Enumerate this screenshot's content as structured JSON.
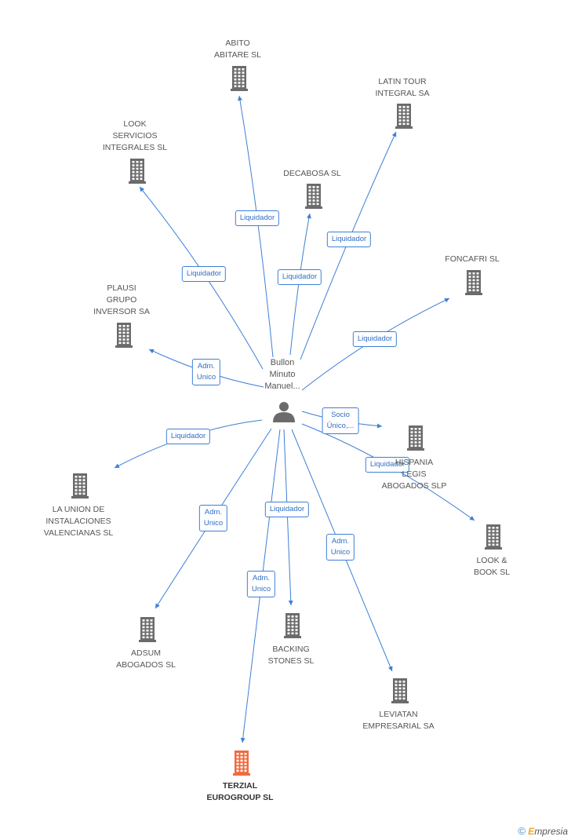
{
  "center": {
    "label": "Bullon\nMinuto\nManuel...",
    "icon": "person-icon"
  },
  "nodes": [
    {
      "id": "abito",
      "label": "ABITO\nABITARE SL",
      "icon": "building-icon"
    },
    {
      "id": "latin-tour",
      "label": "LATIN TOUR\nINTEGRAL SA",
      "icon": "building-icon"
    },
    {
      "id": "look-servicios",
      "label": "LOOK\nSERVICIOS\nINTEGRALES SL",
      "icon": "building-icon"
    },
    {
      "id": "decabosa",
      "label": "DECABOSA SL",
      "icon": "building-icon"
    },
    {
      "id": "foncafri",
      "label": "FONCAFRI SL",
      "icon": "building-icon"
    },
    {
      "id": "plausi",
      "label": "PLAUSI\nGRUPO\nINVERSOR SA",
      "icon": "building-icon"
    },
    {
      "id": "hispania",
      "label": "HISPANIA\nLEGIS\nABOGADOS SLP",
      "icon": "building-icon"
    },
    {
      "id": "la-union",
      "label": "LA UNION DE\nINSTALACIONES\nVALENCIANAS SL",
      "icon": "building-icon"
    },
    {
      "id": "look-book",
      "label": "LOOK &\nBOOK SL",
      "icon": "building-icon"
    },
    {
      "id": "adsum",
      "label": "ADSUM\nABOGADOS  SL",
      "icon": "building-icon"
    },
    {
      "id": "backing",
      "label": "BACKING\nSTONES SL",
      "icon": "building-icon"
    },
    {
      "id": "leviatan",
      "label": "LEVIATAN\nEMPRESARIAL SA",
      "icon": "building-icon"
    },
    {
      "id": "terzial",
      "label": "TERZIAL\nEUROGROUP SL",
      "icon": "building-icon",
      "focus": true
    }
  ],
  "edges": [
    {
      "to": "abito",
      "label": "Liquidador"
    },
    {
      "to": "latin-tour",
      "label": "Liquidador"
    },
    {
      "to": "look-servicios",
      "label": "Liquidador"
    },
    {
      "to": "decabosa",
      "label": "Liquidador"
    },
    {
      "to": "foncafri",
      "label": "Liquidador"
    },
    {
      "to": "plausi",
      "label": "Adm.\nUnico"
    },
    {
      "to": "hispania",
      "label": "Socio\nÚnico,..."
    },
    {
      "to": "la-union",
      "label": "Liquidador"
    },
    {
      "to": "look-book",
      "label": "Liquidador"
    },
    {
      "to": "adsum",
      "label": "Adm.\nUnico"
    },
    {
      "to": "backing",
      "label": "Liquidador"
    },
    {
      "to": "leviatan",
      "label": "Adm.\nUnico"
    },
    {
      "to": "terzial",
      "label": "Adm.\nUnico"
    }
  ],
  "colors": {
    "edge": "#3d7fd6",
    "building": "#6b6b6b",
    "building_focus": "#f26a3d",
    "person": "#6b6b6b"
  },
  "footer": {
    "copyright": "©",
    "brand_initial": "E",
    "brand_rest": "mpresia"
  }
}
